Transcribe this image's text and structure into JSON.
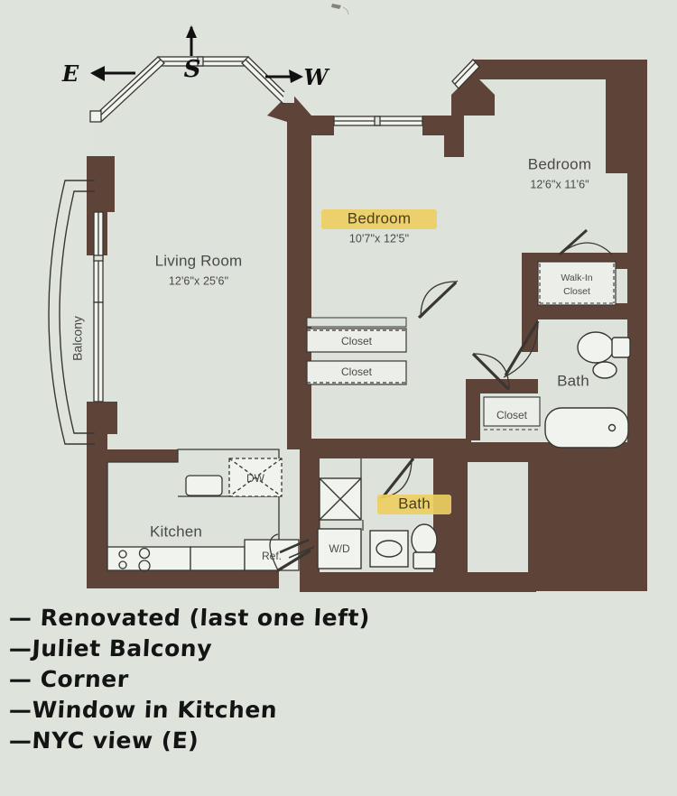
{
  "document": {
    "type": "apartment-floor-plan",
    "paper_color": "#dee3dc",
    "wall_color": "#5d4338",
    "floor_color": "#dde2db",
    "line_color": "#3a3632",
    "highlight_color": "#edce62",
    "label_color": "#4a4a48",
    "ink_color": "#141414"
  },
  "compass": {
    "north_up_label": "S",
    "left_label": "E",
    "right_label": "W"
  },
  "rooms": [
    {
      "id": "living-room",
      "name": "Living Room",
      "dimensions": "12'6\"x 25'6\"",
      "highlighted": false
    },
    {
      "id": "bedroom-mid",
      "name": "Bedroom",
      "dimensions": "10'7\"x 12'5\"",
      "highlighted": true
    },
    {
      "id": "bedroom-right",
      "name": "Bedroom",
      "dimensions": "12'6\"x 11'6\"",
      "highlighted": false
    },
    {
      "id": "kitchen",
      "name": "Kitchen",
      "dimensions": "",
      "highlighted": false
    },
    {
      "id": "bath-main",
      "name": "Bath",
      "dimensions": "",
      "highlighted": true
    },
    {
      "id": "bath-ensuite",
      "name": "Bath",
      "dimensions": "",
      "highlighted": false
    },
    {
      "id": "balcony",
      "name": "Balcony",
      "dimensions": "",
      "highlighted": false
    }
  ],
  "closets": [
    {
      "id": "closet-walkin",
      "line1": "Walk-In",
      "line2": "Closet"
    },
    {
      "id": "closet-upper",
      "line1": "Closet",
      "line2": ""
    },
    {
      "id": "closet-lower",
      "line1": "Closet",
      "line2": ""
    },
    {
      "id": "closet-hall",
      "line1": "Closet",
      "line2": ""
    }
  ],
  "appliances": [
    {
      "id": "dishwasher",
      "label": "DW"
    },
    {
      "id": "refrigerator",
      "label": "Ref."
    },
    {
      "id": "washer-dryer",
      "label": "W/D"
    }
  ],
  "notes": {
    "lines": [
      "— Renovated (last one left)",
      "—Juliet Balcony",
      "— Corner",
      "—Window in Kitchen",
      "—NYC view (E)"
    ]
  }
}
